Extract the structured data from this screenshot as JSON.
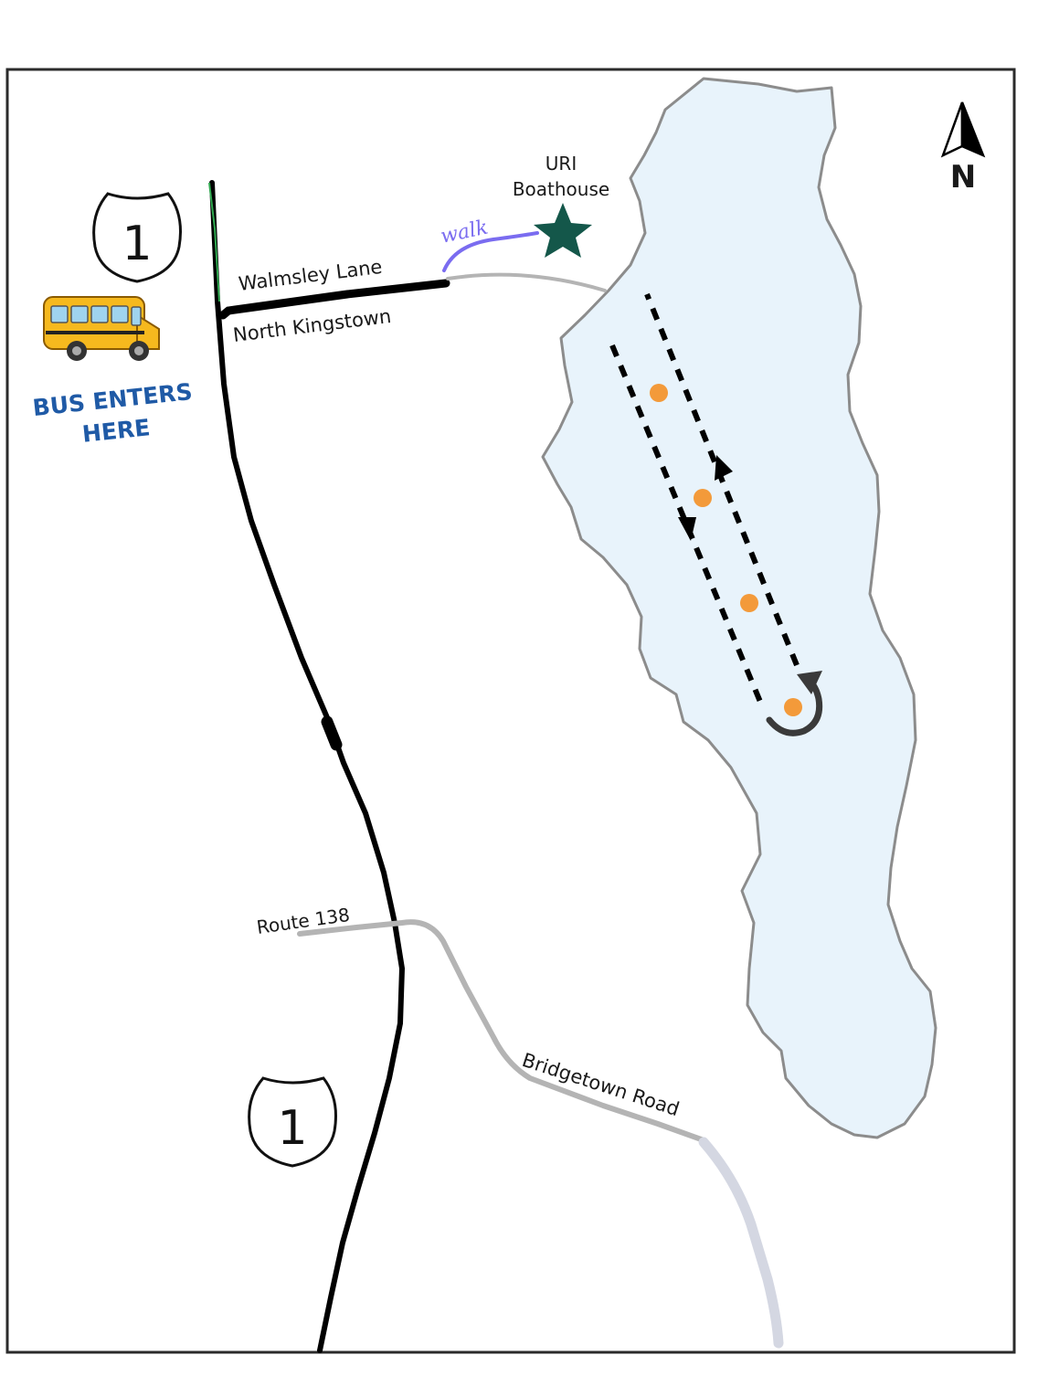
{
  "map": {
    "labels": {
      "boathouse_line1": "URI",
      "boathouse_line2": "Boathouse",
      "walk": "walk",
      "walmsley_lane": "Walmsley Lane",
      "north_kingstown": "North Kingstown",
      "route_138": "Route 138",
      "bridgetown_road": "Bridgetown Road",
      "bus_line1": "BUS ENTERS",
      "bus_line2": "HERE",
      "north": "N"
    },
    "shields": [
      {
        "id": "us1-north",
        "route": "1"
      },
      {
        "id": "us1-south",
        "route": "1"
      }
    ],
    "markers": {
      "buoys": 4,
      "boathouse_icon": "star-icon",
      "turnaround_icon": "rotate-icon",
      "bus_icon": "school-bus-icon",
      "compass_icon": "north-arrow-icon"
    },
    "colors": {
      "water": "#e8f3fb",
      "shore": "#8c8c8c",
      "highway": "#000000",
      "minor_road": "#b4b4b4",
      "walk_path": "#7a6cf0",
      "buoy": "#f39a3a",
      "star": "#14574a",
      "bus_text": "#1f5aa6",
      "bus_body": "#f6b91e"
    }
  }
}
